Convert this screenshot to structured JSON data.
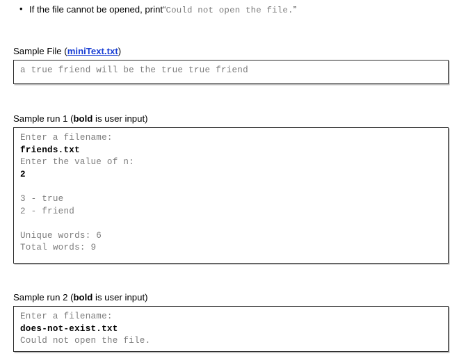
{
  "bullet": {
    "marker": "•",
    "prefix": "If the file cannot be opened, print",
    "open_quote": "“",
    "code": "Could not open the file.",
    "close_quote": "”"
  },
  "sections": [
    {
      "id": "sample-file",
      "caption_prefix": "Sample File (",
      "caption_link": "miniText.txt",
      "caption_suffix": ")",
      "link_color": "#1a3fd4",
      "lines": [
        {
          "text": "a true friend will be the true true friend",
          "bold": false
        }
      ]
    },
    {
      "id": "run1",
      "caption_prefix": "Sample run 1 (",
      "caption_bold": "bold",
      "caption_suffix": " is user input)",
      "lines": [
        {
          "text": "Enter a filename:",
          "bold": false
        },
        {
          "text": "friends.txt",
          "bold": true
        },
        {
          "text": "Enter the value of n:",
          "bold": false
        },
        {
          "text": "2",
          "bold": true
        },
        {
          "text": "",
          "bold": false
        },
        {
          "text": "3 - true",
          "bold": false
        },
        {
          "text": "2 - friend",
          "bold": false
        },
        {
          "text": "",
          "bold": false
        },
        {
          "text": "Unique words: 6",
          "bold": false
        },
        {
          "text": "Total words: 9",
          "bold": false
        }
      ]
    },
    {
      "id": "run2",
      "caption_prefix": "Sample run 2 (",
      "caption_bold": "bold",
      "caption_suffix": " is user input)",
      "lines": [
        {
          "text": "Enter a filename:",
          "bold": false
        },
        {
          "text": "does-not-exist.txt",
          "bold": true
        },
        {
          "text": "Could not open the file.",
          "bold": false
        }
      ]
    }
  ],
  "colors": {
    "code_text": "#7c7c7c",
    "user_input": "#000000",
    "box_border": "#2b2b2b",
    "page_background": "#ffffff"
  }
}
